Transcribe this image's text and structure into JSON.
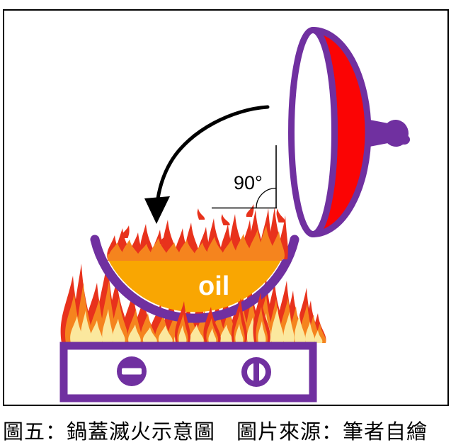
{
  "figure_caption": {
    "text": "圖五：鍋蓋滅火示意圖　圖片來源：筆者自繪"
  },
  "diagram": {
    "oil_label": "oil",
    "angle_label": "90°"
  },
  "colors": {
    "purple": "#7030A0",
    "lid_red": "#FB0404",
    "oil_orange": "#F9A602",
    "flame_red": "#E8321C",
    "flame_orange": "#F5841E",
    "flame_yellow": "#FBE89E",
    "frame_border": "#000000",
    "arrow": "#000000",
    "oil_text": "#FFFFFF"
  }
}
